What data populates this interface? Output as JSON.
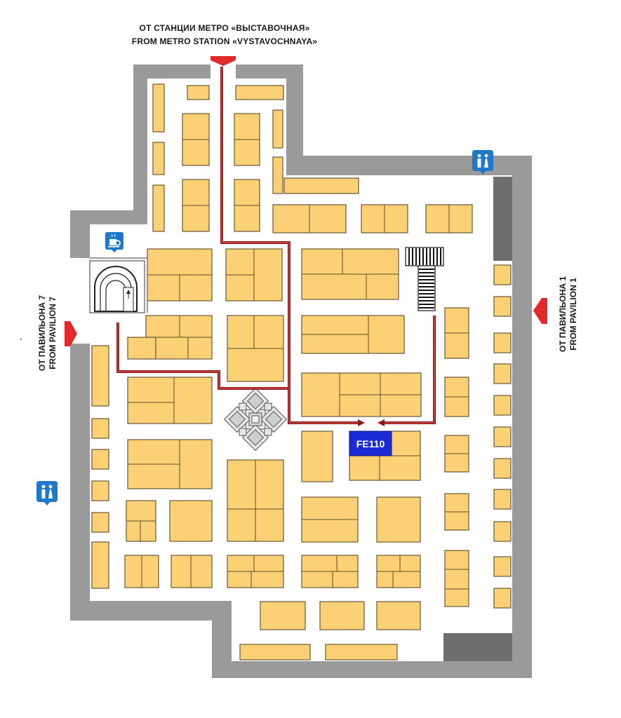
{
  "entrances": {
    "metro": {
      "line_ru": "ОТ СТАНЦИИ МЕТРО «ВЫСТАВОЧНАЯ»",
      "line_en": "FROM METRO STATION «VYSTAVOCHNAYA»"
    },
    "pavilion7": {
      "line_ru": "ОТ ПАВИЛЬОНА 7",
      "line_en": "FROM PAVILION 7"
    },
    "pavilion1": {
      "line_ru": "ОТ ПАВИЛЬОНА 1",
      "line_en": "FROM PAVILION 1"
    }
  },
  "highlight_booth": {
    "label": "FE110",
    "color": "#1a2bd6",
    "text_color": "#ffffff"
  },
  "icons": {
    "restroom": "restroom-icon",
    "cafe": "cafe-icon",
    "elevator": "elevator-icon",
    "stairs": "stairs-icon",
    "fountain": "fountain-icon",
    "entrance_arrow": "entrance-arrow-icon"
  },
  "colors": {
    "booth": "#fcd176",
    "wall": "#9a9a9a",
    "route": "#8e1b1b",
    "arrow": "#e32a2a",
    "icon_blue": "#1f78c8"
  }
}
